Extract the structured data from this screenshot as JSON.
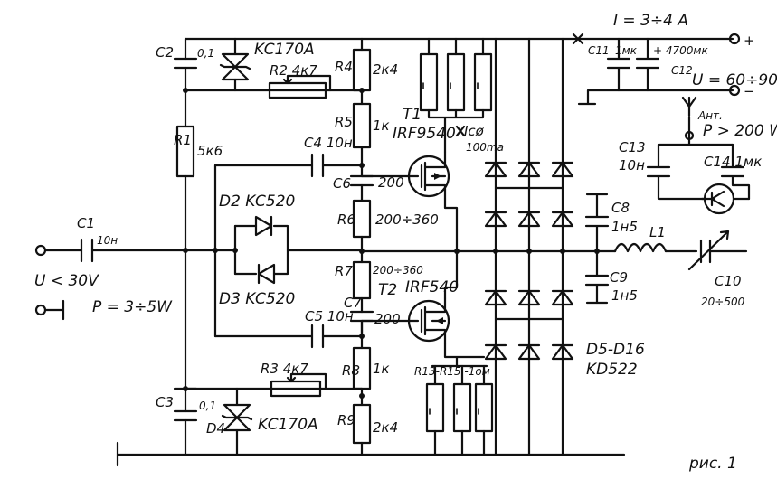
{
  "figure": {
    "caption": "рис. 1",
    "labels": {
      "C2": "C2",
      "C2_val": "0,1",
      "VD1": "KC170A",
      "R2": "R2 4к7",
      "R4": "R4",
      "R4_val": "2к4",
      "R1": "R1",
      "R1_val": "5к6",
      "R5": "R5",
      "R5_val": "1к",
      "C4": "C4 10н",
      "T1": "T1",
      "T1_type": "IRF9540",
      "Ico": "Icø",
      "Ico_val": "100mа",
      "C6": "C6",
      "C6_val": "200",
      "R6": "R6",
      "R6_val": "200÷360",
      "D2": "D2 KC520",
      "D3": "D3 KC520",
      "C1": "C1",
      "C1_val": "10н",
      "Uin": "U < 30V",
      "Pin": "P = 3÷5W",
      "R7": "R7",
      "R7_val": "200÷360",
      "T2": "T2",
      "T2_type": "IRF540",
      "C7": "C7",
      "C7_val": "200",
      "C5": "C5 10н",
      "R3": "R3 4к7",
      "R8": "R8",
      "R8_val": "1к",
      "R9": "R9",
      "R9_val": "2к4",
      "C3": "C3",
      "C3_val": "0,1",
      "D4": "D4",
      "D4_type": "KC170A",
      "R13": "R13-R15 -1ом",
      "D5": "D5-D16",
      "D5_type": "KD522",
      "I": "I = 3÷4 A",
      "C11": "C11",
      "C11_val": "1мк",
      "C12": "C12",
      "C12_val": "+ 4700мк",
      "U": "U = 60÷90V",
      "plus": "+",
      "minus": "−",
      "ant": "Aнт.",
      "P_out": "P > 200 W",
      "C13": "C13",
      "C13_val": "10н",
      "C14": "C14 1мк",
      "C8": "C8",
      "C8_val": "1н5",
      "C9": "C9",
      "C9_val": "1н5",
      "L1": "L1",
      "C10": "C10",
      "C10_val": "20÷500"
    }
  }
}
